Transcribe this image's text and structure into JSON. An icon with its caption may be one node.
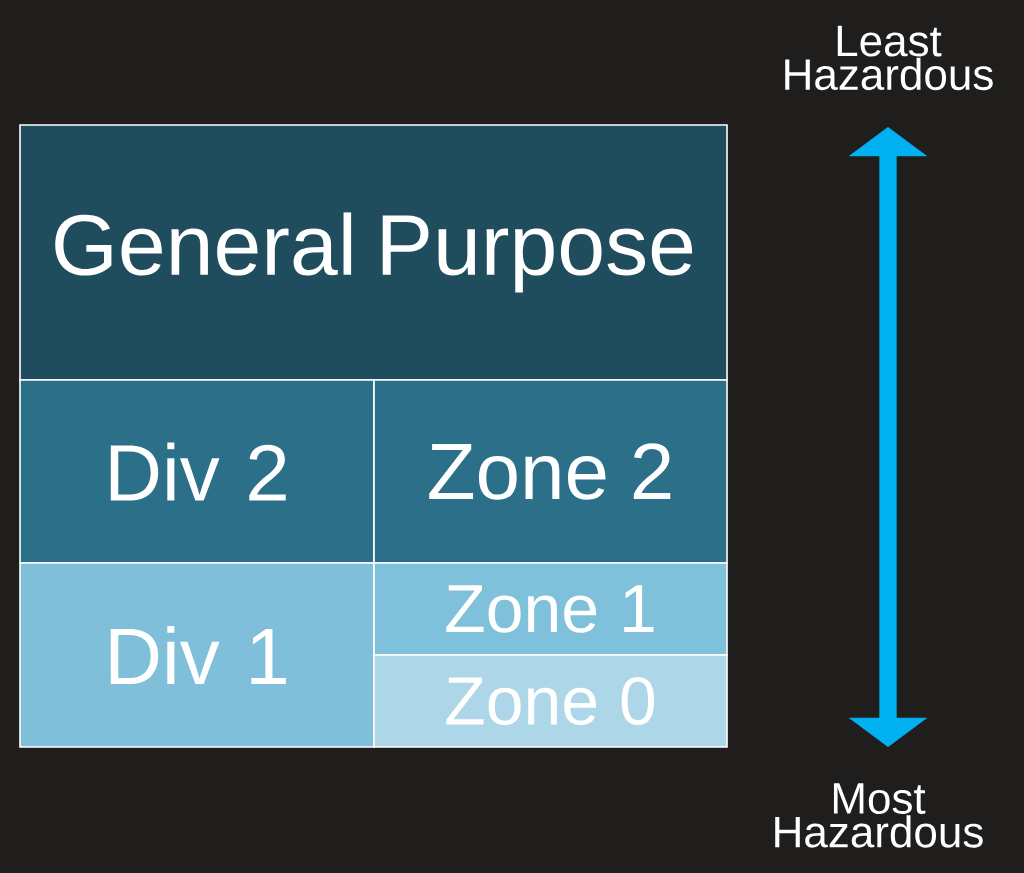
{
  "diagram": {
    "nodes": [
      {
        "text": [
          "General Purpose"
        ]
      },
      {
        "text": [
          "Div 2"
        ]
      },
      {
        "text": [
          "Zone 2"
        ]
      },
      {
        "text": [
          "Div 1"
        ]
      },
      {
        "text": [
          "Zone 1"
        ]
      },
      {
        "text": [
          "Zone 0"
        ]
      },
      {
        "text": [
          "Least Hazardous"
        ]
      },
      {
        "text": [
          "Most Hazardous"
        ]
      }
    ],
    "edges": [
      {
        "from": 6,
        "to": 7,
        "arrow": "both",
        "color": "#00b0f0"
      }
    ]
  }
}
